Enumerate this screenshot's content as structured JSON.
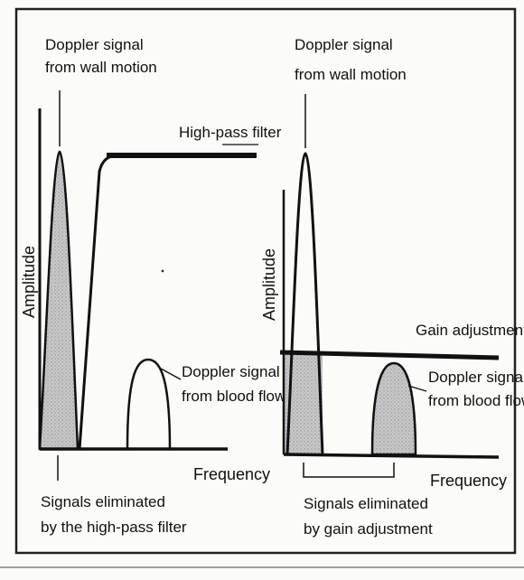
{
  "colors": {
    "ink": "#111111",
    "paper": "#fbfbf8",
    "shade": "#b8b8b8"
  },
  "left_panel": {
    "peak_label_line1": "Doppler signal",
    "peak_label_line2": "from wall motion",
    "filter_label": "High-pass filter",
    "y_axis": "Amplitude",
    "x_axis": "Frequency",
    "blood_label_line1": "Doppler signal",
    "blood_label_line2": "from blood flow",
    "eliminated_line1": "Signals eliminated",
    "eliminated_line2": "by the high-pass filter"
  },
  "right_panel": {
    "peak_label_line1": "Doppler signal",
    "peak_label_line2": "from wall motion",
    "gain_label": "Gain adjustment",
    "y_axis": "Amplitude",
    "x_axis": "Frequency",
    "blood_label_line1": "Doppler signal",
    "blood_label_line2": "from blood flow",
    "eliminated_line1": "Signals eliminated",
    "eliminated_line2": "by gain adjustment"
  }
}
